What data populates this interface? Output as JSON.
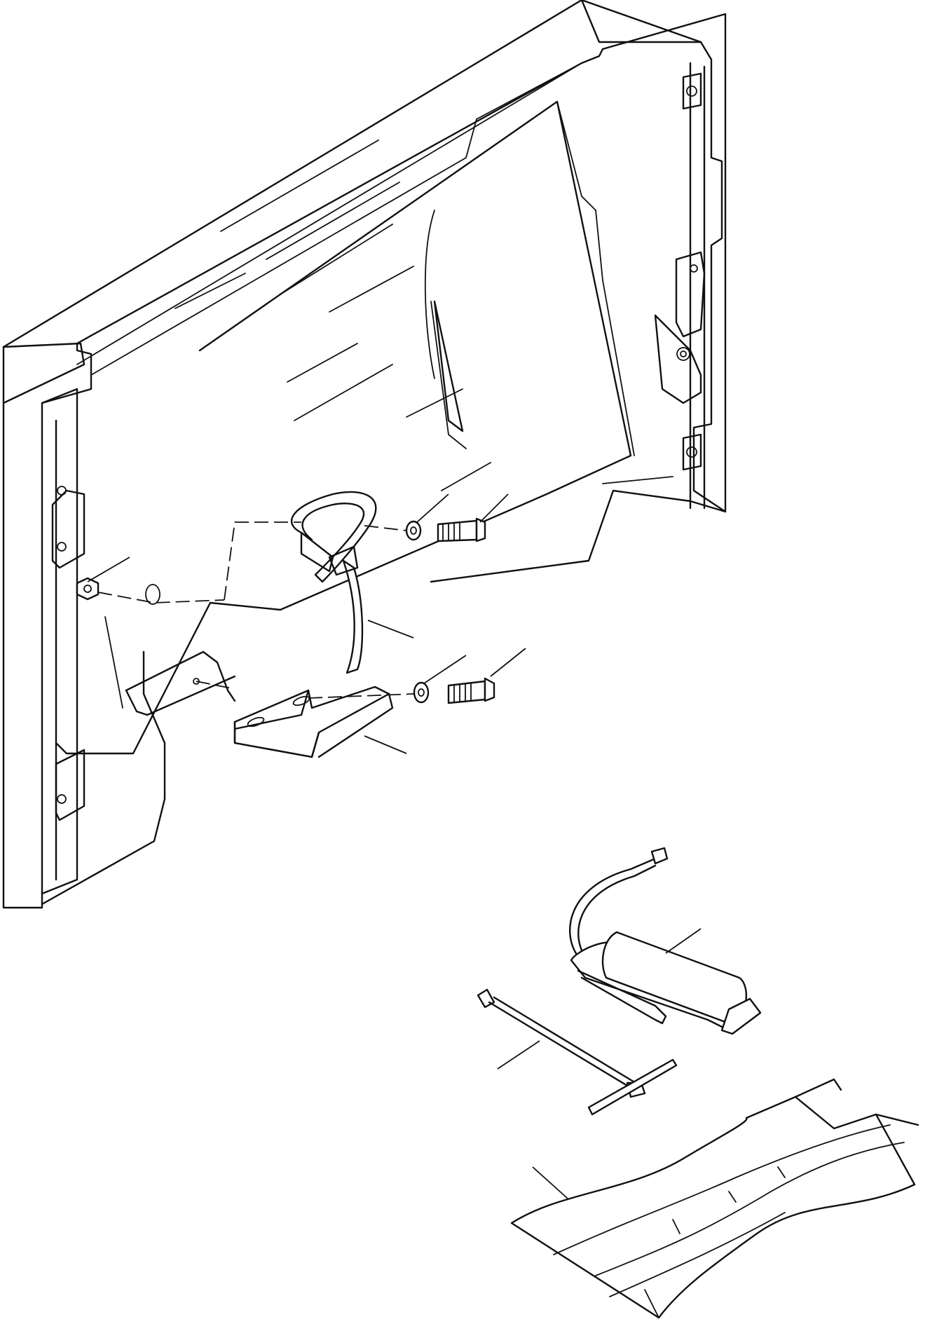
{
  "diagram": {
    "kind": "exploded parts illustration",
    "text_labels": [],
    "parts": [
      {
        "name": "side-cover-panel"
      },
      {
        "name": "hinge"
      },
      {
        "name": "strap-band"
      },
      {
        "name": "bracket"
      },
      {
        "name": "nut"
      },
      {
        "name": "washer-upper"
      },
      {
        "name": "bolt-upper"
      },
      {
        "name": "washer-lower"
      },
      {
        "name": "bolt-lower"
      },
      {
        "name": "grease-gun"
      },
      {
        "name": "t-handle-wrench"
      },
      {
        "name": "tool-bag"
      }
    ],
    "colors": {
      "line": "#111111",
      "background": "#ffffff"
    }
  }
}
